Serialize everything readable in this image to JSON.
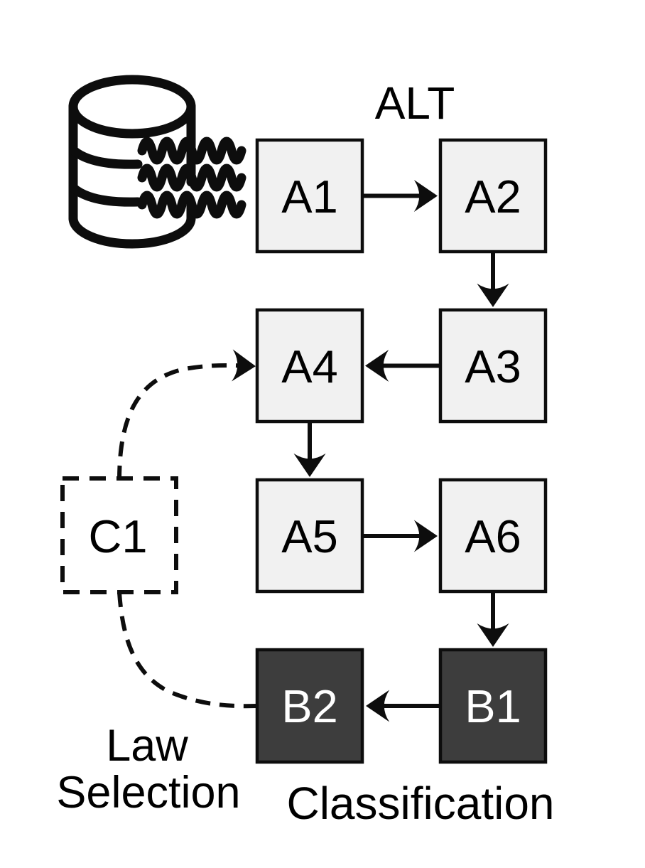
{
  "figure": {
    "title": "ALT",
    "nodes": [
      {
        "id": "A1",
        "label": "A1",
        "style": "light"
      },
      {
        "id": "A2",
        "label": "A2",
        "style": "light"
      },
      {
        "id": "A3",
        "label": "A3",
        "style": "light"
      },
      {
        "id": "A4",
        "label": "A4",
        "style": "light"
      },
      {
        "id": "A5",
        "label": "A5",
        "style": "light"
      },
      {
        "id": "A6",
        "label": "A6",
        "style": "light"
      },
      {
        "id": "B1",
        "label": "B1",
        "style": "dark"
      },
      {
        "id": "B2",
        "label": "B2",
        "style": "dark"
      },
      {
        "id": "C1",
        "label": "C1",
        "style": "dashed"
      }
    ],
    "edges": [
      {
        "from": "A1",
        "to": "A2",
        "style": "solid",
        "arrowhead": true
      },
      {
        "from": "A2",
        "to": "A3",
        "style": "solid",
        "arrowhead": true
      },
      {
        "from": "A3",
        "to": "A4",
        "style": "solid",
        "arrowhead": true
      },
      {
        "from": "A4",
        "to": "A5",
        "style": "solid",
        "arrowhead": true
      },
      {
        "from": "A5",
        "to": "A6",
        "style": "solid",
        "arrowhead": true
      },
      {
        "from": "A6",
        "to": "B1",
        "style": "solid",
        "arrowhead": true
      },
      {
        "from": "B1",
        "to": "B2",
        "style": "solid",
        "arrowhead": true
      },
      {
        "from": "C1",
        "to": "A4",
        "style": "dashed",
        "arrowhead": true
      },
      {
        "from": "B2",
        "to": "C1",
        "style": "dashed",
        "arrowhead": false
      }
    ],
    "captions": {
      "law_line1": "Law",
      "law_line2": "Selection",
      "classification": "Classification"
    },
    "icons": {
      "database": "database-cylinder-icon",
      "data_stream": "wavy-data-lines-icon"
    },
    "colors": {
      "background": "#ffffff",
      "light_node_fill": "#f1f1f1",
      "dark_node_fill": "#3d3d3d",
      "node_border": "#0d0d0d",
      "edge_color": "#0d0d0d",
      "text_color": "#000000",
      "dark_node_text": "#ffffff"
    }
  }
}
